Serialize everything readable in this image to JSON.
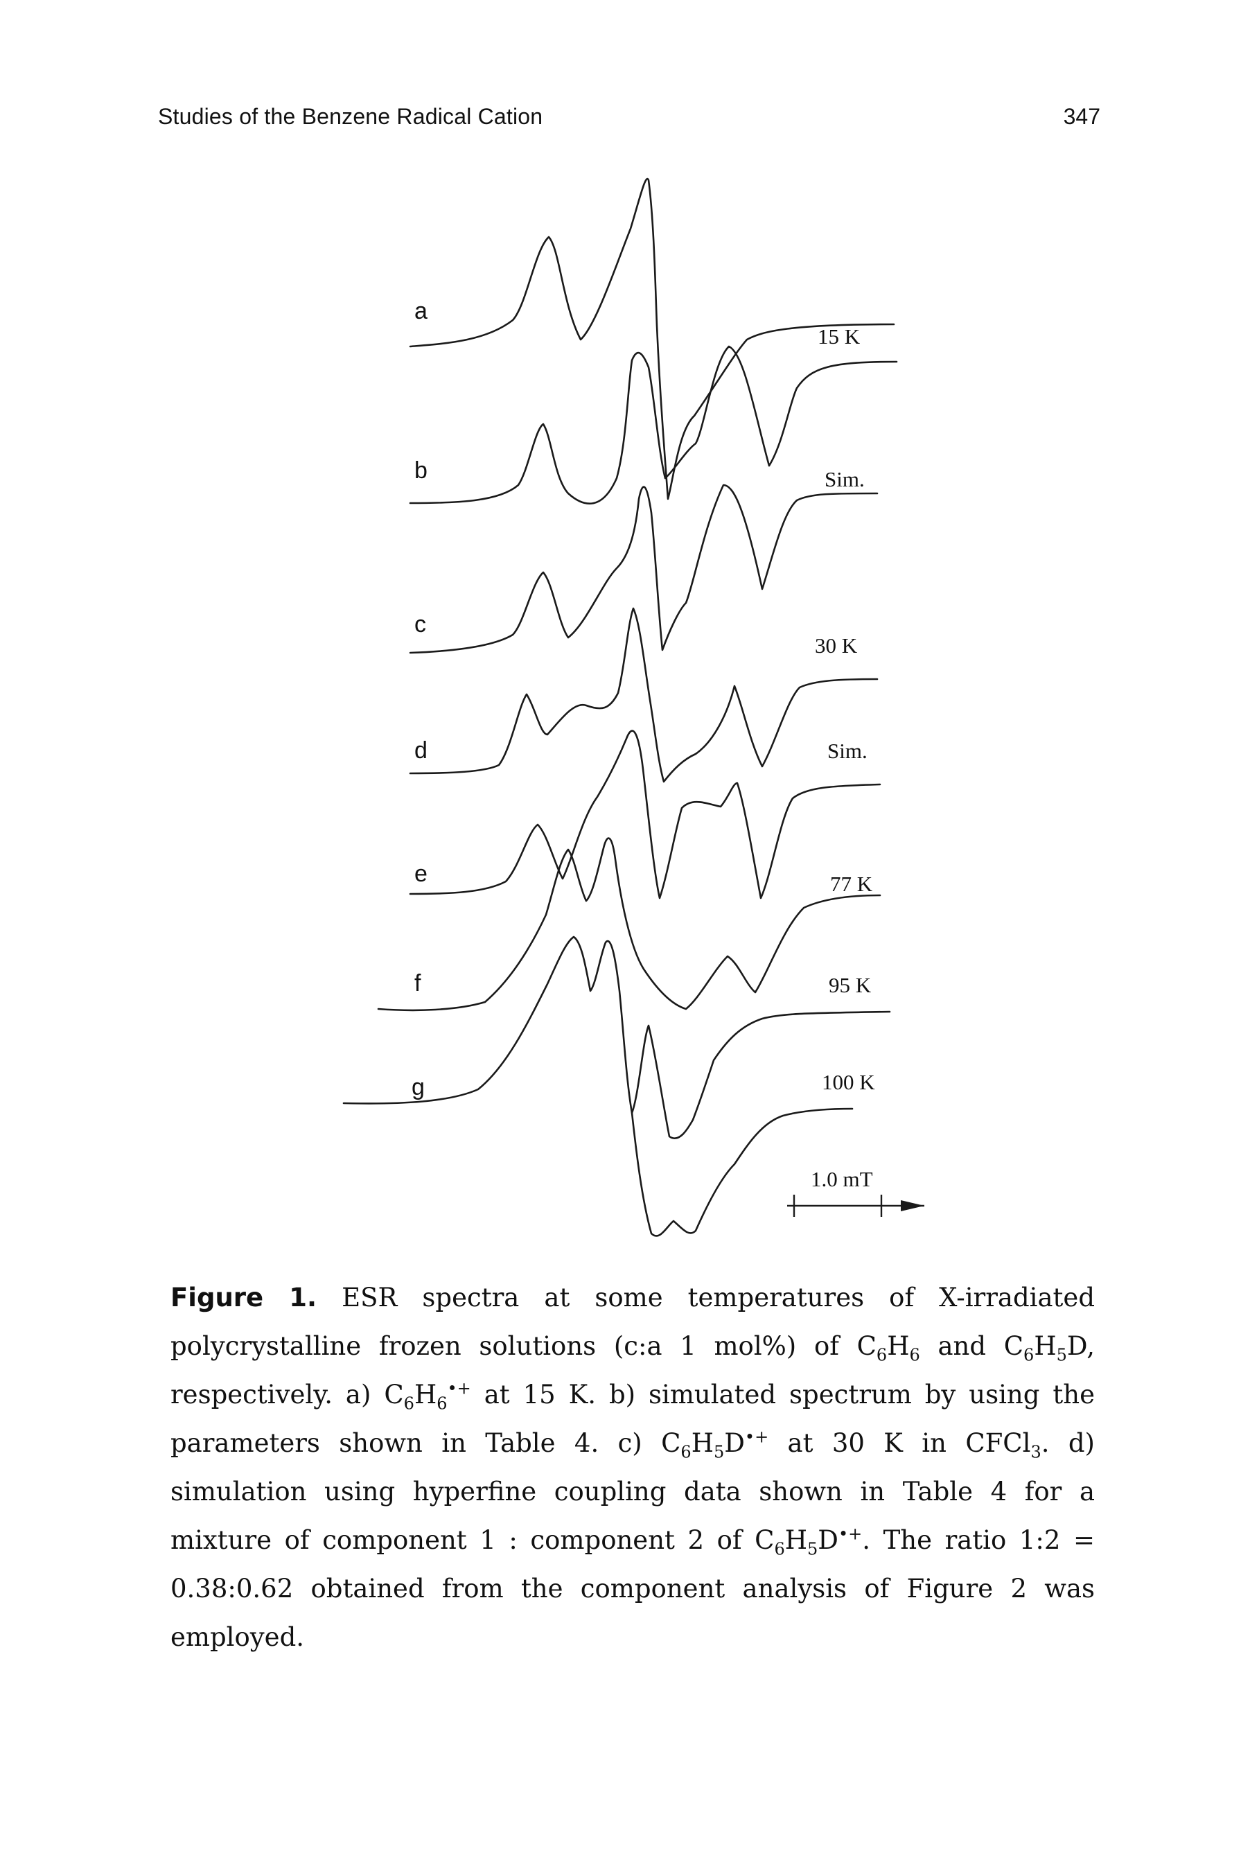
{
  "header": {
    "running_head": "Studies of the Benzene Radical Cation",
    "page_number": "347"
  },
  "figure": {
    "traces": [
      {
        "letter": "a",
        "label": "15 K"
      },
      {
        "letter": "b",
        "label": "Sim."
      },
      {
        "letter": "c",
        "label": "30 K"
      },
      {
        "letter": "d",
        "label": "Sim."
      },
      {
        "letter": "e",
        "label": "77 K"
      },
      {
        "letter": "f",
        "label": "95 K"
      },
      {
        "letter": "g",
        "label": "100 K"
      }
    ],
    "scale_bar_label": "1.0 mT"
  },
  "caption": {
    "fig_label": "Figure 1.",
    "s1": "ESR spectra at some temperatures of X-irradiated polycrystalline frozen solutions (c:a 1 mol%) of C",
    "s2": "6",
    "s3": "H",
    "s4": "6",
    "s5": " and C",
    "s6": "6",
    "s7": "H",
    "s8": "5",
    "s9": "D, respectively. a) C",
    "s10": "6",
    "s11": "H",
    "s12": "6",
    "s13": "•+",
    "s14": " at 15 K. b) simulated spectrum by using the parameters shown in Table 4. c) C",
    "s15": "6",
    "s16": "H",
    "s17": "5",
    "s18": "D",
    "s19": "•+",
    "s20": " at 30 K in CFCl",
    "s21": "3",
    "s22": ". d) simulation using hyperfine coupling data shown in Table 4 for a mixture of component 1 : component 2 of C",
    "s23": "6",
    "s24": "H",
    "s25": "5",
    "s26": "D",
    "s27": "•+",
    "s28": ". The ratio 1:2 = 0.38:0.62 obtained from the component analysis of Figure 2 was employed."
  }
}
